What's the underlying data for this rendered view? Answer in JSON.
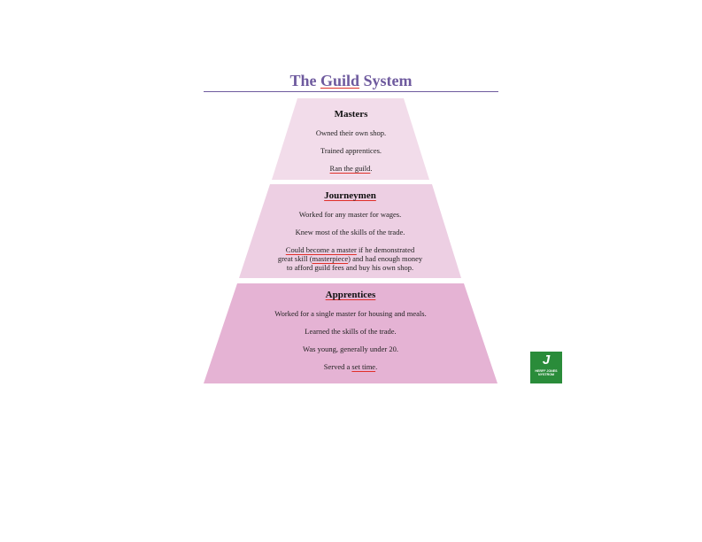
{
  "title": {
    "before": "The ",
    "underlined": "Guild",
    "after": " System"
  },
  "tiers": {
    "masters": {
      "heading": "Masters",
      "line1": "Owned their own shop.",
      "line2": "Trained apprentices.",
      "line3_underlined": "Ran the guild",
      "line3_after": "."
    },
    "journeymen": {
      "heading": "Journeymen",
      "line1": "Worked for any master for wages.",
      "line2": "Knew most of the skills of the trade.",
      "line3a_underlined": "Could become a master",
      "line3a_after": " if he demonstrated",
      "line3b_before": "great skill (",
      "line3b_underlined": "masterpiece",
      "line3b_after": ") and had enough money",
      "line3c": "to afford guild fees and buy his own shop."
    },
    "apprentices": {
      "heading": "Apprentices",
      "line1": "Worked for a single master for housing and meals.",
      "line2": "Learned the skills of the trade.",
      "line3": "Was young, generally under 20.",
      "line4_before": "Served a ",
      "line4_underlined": "set time",
      "line4_after": "."
    }
  },
  "logo": {
    "mark": "J",
    "line1": "HERFF JONES",
    "line2": "NYSTROM"
  },
  "colors": {
    "title": "#6e5a9e",
    "tier_top": "#f2dcea",
    "tier_mid": "#edcfe3",
    "tier_bottom": "#e5b3d4",
    "underline": "#e0302a",
    "logo": "#2a8c3a"
  }
}
